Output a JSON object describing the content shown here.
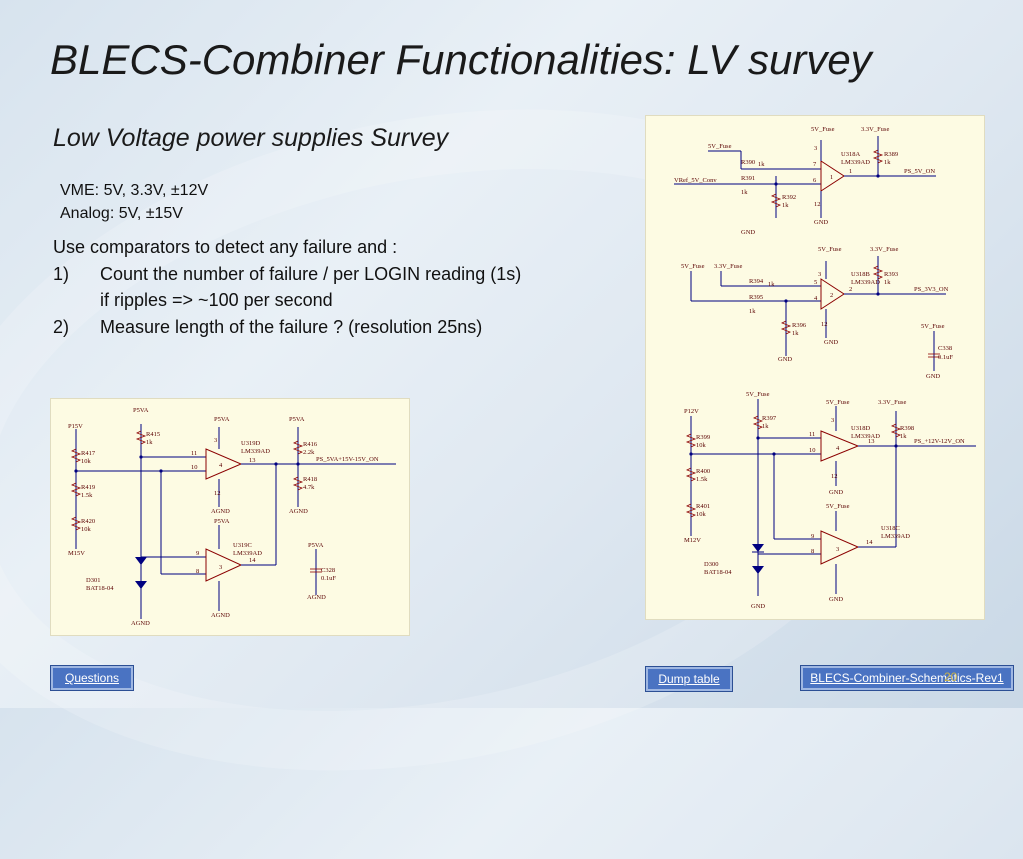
{
  "title": "BLECS-Combiner Functionalities: LV survey",
  "subtitle": "Low Voltage power supplies Survey",
  "specs": {
    "vme": "VME:    5V, 3.3V, ±12V",
    "analog": "Analog: 5V, ±15V"
  },
  "body": {
    "intro": "Use comparators to detect any failure and :",
    "item1_num": "1)",
    "item1_text": "Count the number of failure / per LOGIN reading (1s)",
    "item1_sub": "if ripples => ~100 per second",
    "item2_num": "2)",
    "item2_text": "Measure length of the failure ? (resolution 25ns)"
  },
  "schematic_top": {
    "net_5v_fuse": "5V_Fuse",
    "net_5v_fuse2": "5V_Fuse",
    "net_33v_fuse": "3.3V_Fuse",
    "ref": "VRef_5V_Conv",
    "r390": "R390",
    "r390_val": "1k",
    "r391": "R391",
    "r391_val": "1k",
    "r392": "R392",
    "r392_val": "1k",
    "r389": "R389",
    "r389_val": "1k",
    "u318a": "U318A",
    "u318a_part": "LM339AD",
    "pin7": "7",
    "pin6": "6",
    "pin1": "1",
    "pin3": "3",
    "pin12": "12",
    "unit": "1",
    "out": "PS_5V_ON",
    "gnd": "GND"
  },
  "schematic_mid": {
    "net_5v_fuse": "5V_Fuse",
    "net_33v_fuse": "3.3V_Fuse",
    "net_5v_fuse_r": "5V_Fuse",
    "net_33v_fuse_r": "3.3V_Fuse",
    "r394": "R394",
    "r394_val": "1k",
    "r395": "R395",
    "r395_val": "1k",
    "r396": "R396",
    "r396_val": "1k",
    "r393": "R393",
    "r393_val": "1k",
    "u318b": "U318B",
    "u318b_part": "LM339AD",
    "pin5": "5",
    "pin4": "4",
    "pin2": "2",
    "pin3": "3",
    "pin12": "12",
    "unit": "2",
    "out": "PS_3V3_ON",
    "c338": "C338",
    "c338_val": "0.1uF",
    "net_5v_fuse_c": "5V_Fuse",
    "gnd": "GND",
    "gnd2": "GND",
    "gnd3": "GND"
  },
  "schematic_right_bottom": {
    "net_5v_fuse": "5V_Fuse",
    "net_5v_fuse_r": "5V_Fuse",
    "net_33v_fuse": "3.3V_Fuse",
    "net_5v_fuse_l": "5V_Fuse",
    "p12v": "P12V",
    "m12v": "M12V",
    "r397": "R397",
    "r397_val": "1k",
    "r398": "R398",
    "r398_val": "1k",
    "r399": "R399",
    "r399_val": "10k",
    "r400": "R400",
    "r400_val": "1.5k",
    "r401": "R401",
    "r401_val": "10k",
    "u318d": "U318D",
    "u318d_part": "LM339AD",
    "u318c": "U318C",
    "u318c_part": "LM339AD",
    "pin11": "11",
    "pin10": "10",
    "pin13": "13",
    "pin3": "3",
    "pin12": "12",
    "unit4": "4",
    "pin9": "9",
    "pin8": "8",
    "pin14": "14",
    "unit3": "3",
    "out": "PS_+12V-12V_ON",
    "d300": "D300",
    "d300_part": "BAT18-04",
    "gnd": "GND",
    "gnd2": "GND",
    "gnd3": "GND"
  },
  "schematic_left": {
    "p5va": "P5VA",
    "p5va2": "P5VA",
    "p5va3": "P5VA",
    "p5va4": "P5VA",
    "p5va5": "P5VA",
    "p15v": "P15V",
    "m15v": "M15V",
    "r415": "R415",
    "r415_val": "1k",
    "r416": "R416",
    "r416_val": "2.2k",
    "r417": "R417",
    "r417_val": "10k",
    "r418": "R418",
    "r418_val": "4.7k",
    "r419": "R419",
    "r419_val": "1.5k",
    "r420": "R420",
    "r420_val": "10k",
    "u319d": "U319D",
    "u319d_part": "LM339AD",
    "u319c": "U319C",
    "u319c_part": "LM339AD",
    "pin11": "11",
    "pin10": "10",
    "pin13": "13",
    "pin3": "3",
    "pin12": "12",
    "unit4": "4",
    "pin9": "9",
    "pin8": "8",
    "pin14": "14",
    "unit3": "3",
    "out": "PS_5VA+15V-15V_ON",
    "d301": "D301",
    "d301_part": "BAT18-04",
    "c328": "C328",
    "c328_val": "0.1uF",
    "agnd": "AGND",
    "agnd2": "AGND",
    "agnd3": "AGND",
    "agnd4": "AGND"
  },
  "buttons": {
    "questions": "Questions",
    "dump": "Dump table",
    "schematics": "BLECS-Combiner-Schematics-Rev1"
  },
  "page_number": "20"
}
